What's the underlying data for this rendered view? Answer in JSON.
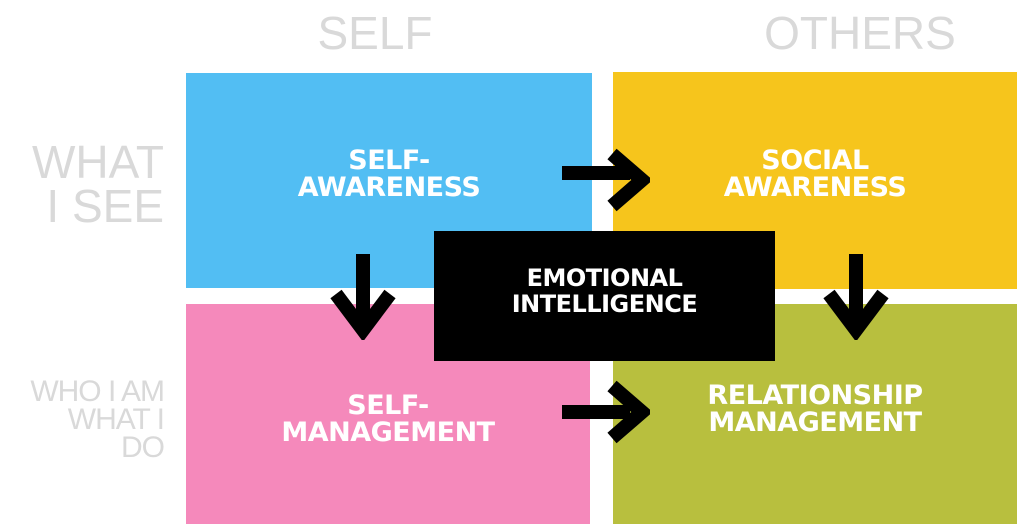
{
  "columns": {
    "self": "SELF",
    "others": "OTHERS"
  },
  "rows": {
    "top": "WHAT\nI SEE",
    "bottom": "WHO I AM\nWHAT I\nDO"
  },
  "quadrants": {
    "self_awareness": {
      "label": "SELF-\nAWARENESS",
      "color": "#52bef3"
    },
    "social_awareness": {
      "label": "SOCIAL\nAWARENESS",
      "color": "#f6c51c"
    },
    "self_management": {
      "label": "SELF-\nMANAGEMENT",
      "color": "#f589bb"
    },
    "relationship_management": {
      "label": "RELATIONSHIP\nMANAGEMENT",
      "color": "#b8bf3e"
    }
  },
  "center": {
    "label": "EMOTIONAL\nINTELLIGENCE",
    "color": "#000000"
  },
  "arrows": [
    {
      "name": "self-awareness-to-social-awareness",
      "direction": "right"
    },
    {
      "name": "self-awareness-to-self-management",
      "direction": "down"
    },
    {
      "name": "social-awareness-to-relationship-management",
      "direction": "down"
    },
    {
      "name": "self-management-to-relationship-management",
      "direction": "right"
    }
  ]
}
